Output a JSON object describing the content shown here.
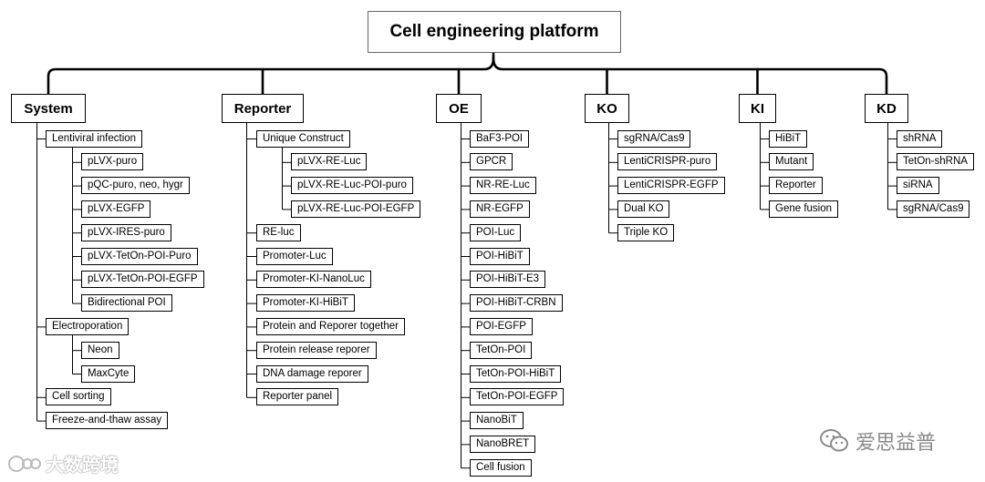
{
  "root": {
    "label": "Cell engineering platform"
  },
  "categories": [
    {
      "label": "System",
      "items": [
        {
          "label": "Lentiviral infection",
          "children": [
            {
              "label": "pLVX-puro"
            },
            {
              "label": "pQC-puro, neo, hygr"
            },
            {
              "label": "pLVX-EGFP"
            },
            {
              "label": "pLVX-IRES-puro"
            },
            {
              "label": "pLVX-TetOn-POI-Puro"
            },
            {
              "label": "pLVX-TetOn-POI-EGFP"
            },
            {
              "label": "Bidirectional POI"
            }
          ]
        },
        {
          "label": "Electroporation",
          "children": [
            {
              "label": "Neon"
            },
            {
              "label": "MaxCyte"
            }
          ]
        },
        {
          "label": "Cell sorting"
        },
        {
          "label": "Freeze-and-thaw assay"
        }
      ]
    },
    {
      "label": "Reporter",
      "items": [
        {
          "label": "Unique Construct",
          "children": [
            {
              "label": "pLVX-RE-Luc"
            },
            {
              "label": "pLVX-RE-Luc-POI-puro"
            },
            {
              "label": "pLVX-RE-Luc-POI-EGFP"
            }
          ]
        },
        {
          "label": "RE-luc"
        },
        {
          "label": "Promoter-Luc"
        },
        {
          "label": "Promoter-KI-NanoLuc"
        },
        {
          "label": "Promoter-KI-HiBiT"
        },
        {
          "label": "Protein and Reporer together"
        },
        {
          "label": "Protein release reporer"
        },
        {
          "label": "DNA damage reporer"
        },
        {
          "label": "Reporter panel"
        }
      ]
    },
    {
      "label": "OE",
      "items": [
        {
          "label": "BaF3-POI"
        },
        {
          "label": "GPCR"
        },
        {
          "label": "NR-RE-Luc"
        },
        {
          "label": "NR-EGFP"
        },
        {
          "label": "POI-Luc"
        },
        {
          "label": "POI-HiBiT"
        },
        {
          "label": "POI-HiBiT-E3"
        },
        {
          "label": "POI-HiBiT-CRBN"
        },
        {
          "label": "POI-EGFP"
        },
        {
          "label": "TetOn-POI"
        },
        {
          "label": "TetOn-POI-HiBiT"
        },
        {
          "label": "TetOn-POI-EGFP"
        },
        {
          "label": "NanoBiT"
        },
        {
          "label": "NanoBRET"
        },
        {
          "label": "Cell fusion"
        }
      ]
    },
    {
      "label": "KO",
      "items": [
        {
          "label": "sgRNA/Cas9"
        },
        {
          "label": "LentiCRISPR-puro"
        },
        {
          "label": "LentiCRISPR-EGFP"
        },
        {
          "label": "Dual KO"
        },
        {
          "label": "Triple KO"
        }
      ]
    },
    {
      "label": "KI",
      "items": [
        {
          "label": "HiBiT"
        },
        {
          "label": "Mutant"
        },
        {
          "label": "Reporter"
        },
        {
          "label": "Gene fusion"
        }
      ]
    },
    {
      "label": "KD",
      "items": [
        {
          "label": "shRNA"
        },
        {
          "label": "TetOn-shRNA"
        },
        {
          "label": "siRNA"
        },
        {
          "label": "sgRNA/Cas9"
        }
      ]
    }
  ],
  "watermarks": {
    "left": {
      "text": "大数跨境",
      "icon": "logo-icon"
    },
    "right": {
      "text": "爱思益普",
      "icon": "wechat-icon"
    }
  },
  "colors": {
    "line": "#000000",
    "box_border": "#000000",
    "background": "#ffffff",
    "watermark": "#8a8a8a"
  }
}
